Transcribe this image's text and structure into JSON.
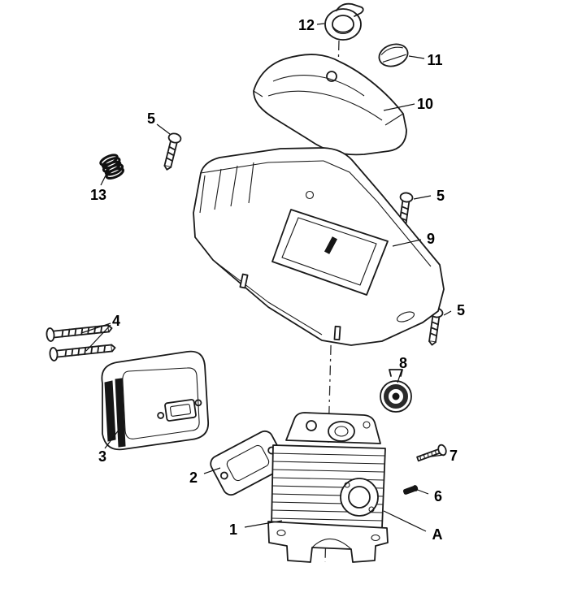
{
  "diagram": {
    "type": "exploded-parts-diagram",
    "subject": "engine-cover-cylinder-assembly",
    "colors": {
      "line": "#1a1a1a",
      "background": "#ffffff",
      "label": "#000000"
    },
    "callouts": [
      {
        "label": "12",
        "part": "fuel-cap"
      },
      {
        "label": "11",
        "part": "small-cover-cap"
      },
      {
        "label": "10",
        "part": "top-cover"
      },
      {
        "label": "5",
        "part": "screw"
      },
      {
        "label": "13",
        "part": "spring"
      },
      {
        "label": "5",
        "part": "screw"
      },
      {
        "label": "9",
        "part": "main-housing"
      },
      {
        "label": "5",
        "part": "screw"
      },
      {
        "label": "4",
        "part": "long-bolts"
      },
      {
        "label": "8",
        "part": "grommet"
      },
      {
        "label": "3",
        "part": "muffler"
      },
      {
        "label": "2",
        "part": "gasket"
      },
      {
        "label": "7",
        "part": "small-screw"
      },
      {
        "label": "6",
        "part": "pin"
      },
      {
        "label": "1",
        "part": "cylinder-assembly"
      },
      {
        "label": "A",
        "part": "cylinder-reference"
      }
    ]
  }
}
